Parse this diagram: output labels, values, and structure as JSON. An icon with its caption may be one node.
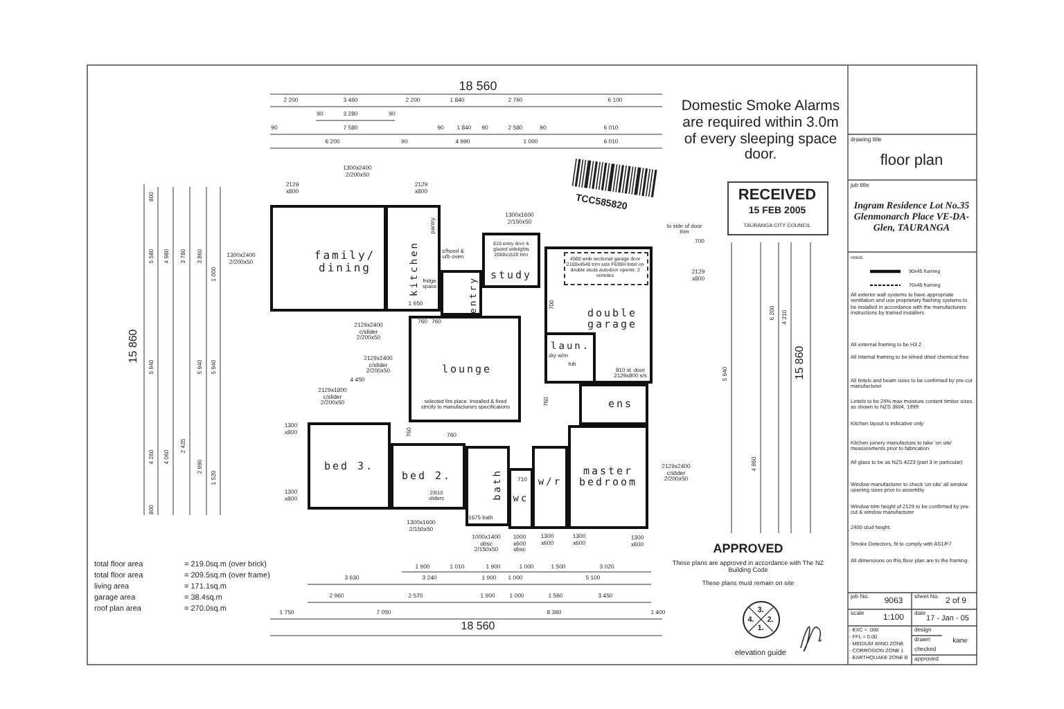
{
  "diagram": {
    "nodes": [
      {
        "text": [
          "family/ dining"
        ]
      },
      {
        "text": [
          "kitchen"
        ]
      },
      {
        "text": [
          "entry"
        ]
      },
      {
        "text": [
          "810 entry door & glazed sidelights 2060x1520 trim",
          "study"
        ]
      },
      {
        "text": [
          "double garage"
        ]
      },
      {
        "text": [
          "laun."
        ],
        "in": 4
      },
      {
        "text": [
          "lounge",
          "selected fire place. Installed & fixed strictly to manufacturers specifications"
        ]
      },
      {
        "text": [
          "ens"
        ]
      },
      {
        "text": [
          "bed 3."
        ]
      },
      {
        "text": [
          "bed 2.",
          "2/610 sliders"
        ]
      },
      {
        "text": [
          "bath"
        ]
      },
      {
        "text": [
          "wc"
        ]
      },
      {
        "text": [
          "w/r"
        ]
      },
      {
        "text": [
          "master bedroom"
        ]
      },
      {
        "text": [
          "RECEIVED",
          "15 FEB 2005",
          "TAURANGA CITY COUNCIL"
        ]
      },
      {
        "text": [
          "3.",
          "2.",
          "1.",
          "4."
        ],
        "beside": [
          "elevation guide"
        ]
      },
      {
        "text": [
          "4500 wide sectional garage door 2100x4540 trim size F630H lintel on double studs autodoor opener, 2 remotes"
        ],
        "in": 4
      }
    ],
    "labels": [
      "18 560",
      "2 200",
      "3 460",
      "2 200",
      "1 840",
      "2 760",
      "6 100",
      "90",
      "3 280",
      "90",
      "90",
      "7 580",
      "90",
      "1 840",
      "90",
      "2 580",
      "90",
      "6 010",
      "6 200",
      "90",
      "4 990",
      "1 000",
      "6 010",
      "Domestic Smoke Alarms are required within 3.0m of every sleeping space door.",
      "TCC585820",
      "to side of door trim",
      "700",
      "1300x2400 2/200x50",
      "2129 x800",
      "2129 x800",
      "1300x1600 2/150x50",
      "2129 x800",
      "1300x2400 2/200x50",
      "c/hood & u/b oven",
      "fridge space",
      "pantry",
      "1 650",
      "760",
      "760",
      "700",
      "2129x2400 c/slider 2/200x50",
      "2129x2400 c/slider 2/200x50",
      "4 450",
      "2129x1800 c/slider 2/200x50",
      "dry w/m",
      "tub",
      "810 sl. door 2129x800 s/s",
      "760",
      "760",
      "760",
      "1300 x800",
      "1300 x800",
      "1300x1600 2/150x50",
      "1000x1400 obsc 2/150x50",
      "1000 x600 obsc",
      "1300 x600",
      "1300 x600",
      "1300 x600",
      "1675 bath",
      "710",
      "2129x2400 c/slider 2/200x50",
      "15 860",
      "800",
      "5 580",
      "4 980",
      "3 780",
      "3 860",
      "1 000",
      "5 940",
      "5 940",
      "5 940",
      "4 260",
      "4 060",
      "2 425",
      "2 990",
      "1 520",
      "800",
      "15 860",
      "6 200",
      "4 210",
      "5 940",
      "4 860",
      "total floor area",
      "= 219.0sq.m  (over brick)",
      "total floor area",
      "= 209.5sq.m  (over frame)",
      "living area",
      "= 171.1sq.m",
      "garage area",
      "= 38.4sq.m",
      "roof plan area",
      "= 270.0sq.m",
      "1 900",
      "1 010",
      "1 900",
      "1 000",
      "1 500",
      "3 020",
      "3 630",
      "3 240",
      "1 900",
      "1 000",
      "5 100",
      "2 960",
      "2 570",
      "1 900",
      "1 000",
      "1 560",
      "3 450",
      "1 750",
      "7 050",
      "8 360",
      "1 400",
      "18 560",
      "APPROVED",
      "These plans are approved in accordance with The NZ Building Code",
      "These plans must remain on site",
      "drawing title",
      "floor plan",
      "job title",
      "Ingram Residence Lot No.35 Glenmonarch Place VE-DA-Glen, TAURANGA",
      "notes:",
      "All exterior wall systems to have appropriate ventilation and use proprietary flashing systems to be installed in accordance with the manufacturers instructions by trained installers",
      "All external framing to be H3.2",
      "All internal framing to be kilned dried chemical free",
      "All lintels and beam sizes to be confirmed by pre-cut manufacturer",
      "Lintels to be 24% max moisture content timber sizes as shown to NZS 3604, 1999",
      "Kitchen layout is indicative only",
      "Kitchen joinery manufacture to take 'on site' measurements prior to fabrication",
      "All glass to be as NZS 4223 (part 3 in particular)",
      "Window manufacturer to check 'on site' all window opening sizes prior to assembly",
      "Window trim height of 2129 to be confirmed by pre-cut & window manufacturer",
      "2400 stud height.",
      "Smoke Detectors, fit to comply with AS1/F7",
      "All dimensions on this floor plan are to the framing",
      "job No.",
      "9063",
      "sheet No.",
      "2 of 9",
      "scale",
      "1:100",
      "date",
      "17 - Jan - 05",
      "- EXC = .000",
      "- FFL = 0.00",
      "- MEDIUM WIND ZONE",
      "- CORROSION ZONE 1",
      "- EARTHQUAKE ZONE B",
      "design",
      "drawn",
      "kane",
      "checked",
      "approved"
    ],
    "legend": [
      {
        "text": "90x45 framing"
      },
      {
        "text": "70x45 framing"
      }
    ]
  }
}
